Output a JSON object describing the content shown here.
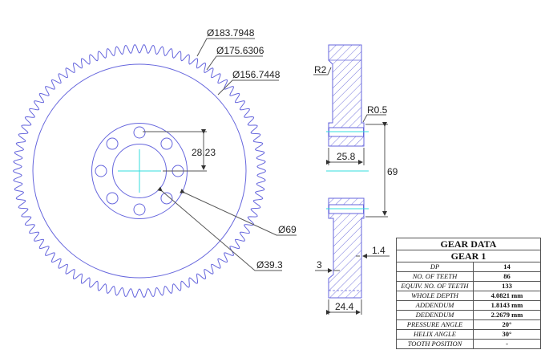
{
  "gear_face_view": {
    "dimensions": {
      "tip_diameter": "Ø183.7948",
      "pitch_diameter": "Ø175.6306",
      "root_circle_diameter": "Ø156.7448",
      "bolt_hole_offset": "28.23",
      "hub_diameter": "Ø69",
      "bore_diameter": "Ø39.3"
    },
    "bolt_hole_count": 8
  },
  "section_view": {
    "dimensions": {
      "fillet_large": "R2",
      "fillet_small": "R0.5",
      "hub_width": "25.8",
      "hub_diameter": "69",
      "web_offset": "3",
      "web_step": "1.4",
      "rim_width": "24.4"
    }
  },
  "gear_table": {
    "title": "GEAR DATA",
    "subtitle": "GEAR 1",
    "rows": [
      {
        "label": "DP",
        "value": "14"
      },
      {
        "label": "NO. OF TEETH",
        "value": "86"
      },
      {
        "label": "EQUIV. NO. OF TEETH",
        "value": "133"
      },
      {
        "label": "WHOLE DEPTH",
        "value": "4.0821 mm"
      },
      {
        "label": "ADDENDUM",
        "value": "1.8143 mm"
      },
      {
        "label": "DEDENDUM",
        "value": "2.2679 mm"
      },
      {
        "label": "PRESSURE ANGLE",
        "value": "20°"
      },
      {
        "label": "HELIX ANGLE",
        "value": "30°"
      },
      {
        "label": "TOOTH POSITION",
        "value": "-"
      }
    ]
  },
  "colors": {
    "geometry": "#6666dd",
    "centerline": "#33dddd",
    "dimension": "#444444"
  }
}
